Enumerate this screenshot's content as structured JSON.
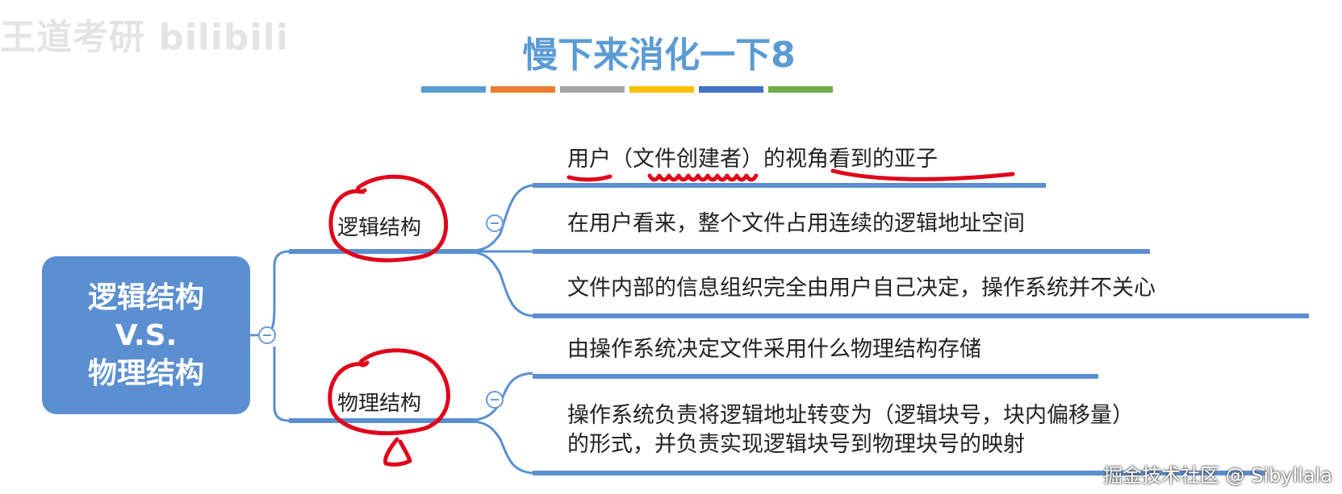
{
  "watermark_top_left": "王道考研 bilibili",
  "title": "慢下来消化一下8",
  "color_bars": [
    "#5b9bd5",
    "#ed7d31",
    "#a5a5a5",
    "#ffc000",
    "#4472c4",
    "#70ad47"
  ],
  "root": {
    "line1": "逻辑结构",
    "line2": "V.S.",
    "line3": "物理结构"
  },
  "branches": [
    {
      "label": "逻辑结构",
      "leaves": [
        "用户（文件创建者）的视角看到的亚子",
        "在用户看来，整个文件占用连续的逻辑地址空间",
        "文件内部的信息组织完全由用户自己决定，操作系统并不关心"
      ]
    },
    {
      "label": "物理结构",
      "leaves": [
        "由操作系统决定文件采用什么物理结构存储",
        "操作系统负责将逻辑地址转变为（逻辑块号，块内偏移量）",
        "的形式，并负责实现逻辑块号到物理块号的映射"
      ]
    }
  ],
  "watermark_bottom_right": "掘金技术社区 @ Sibyllala",
  "colors": {
    "line": "#5b8fd1",
    "root_bg": "#5b8fd1",
    "annotation": "#e0001a"
  }
}
